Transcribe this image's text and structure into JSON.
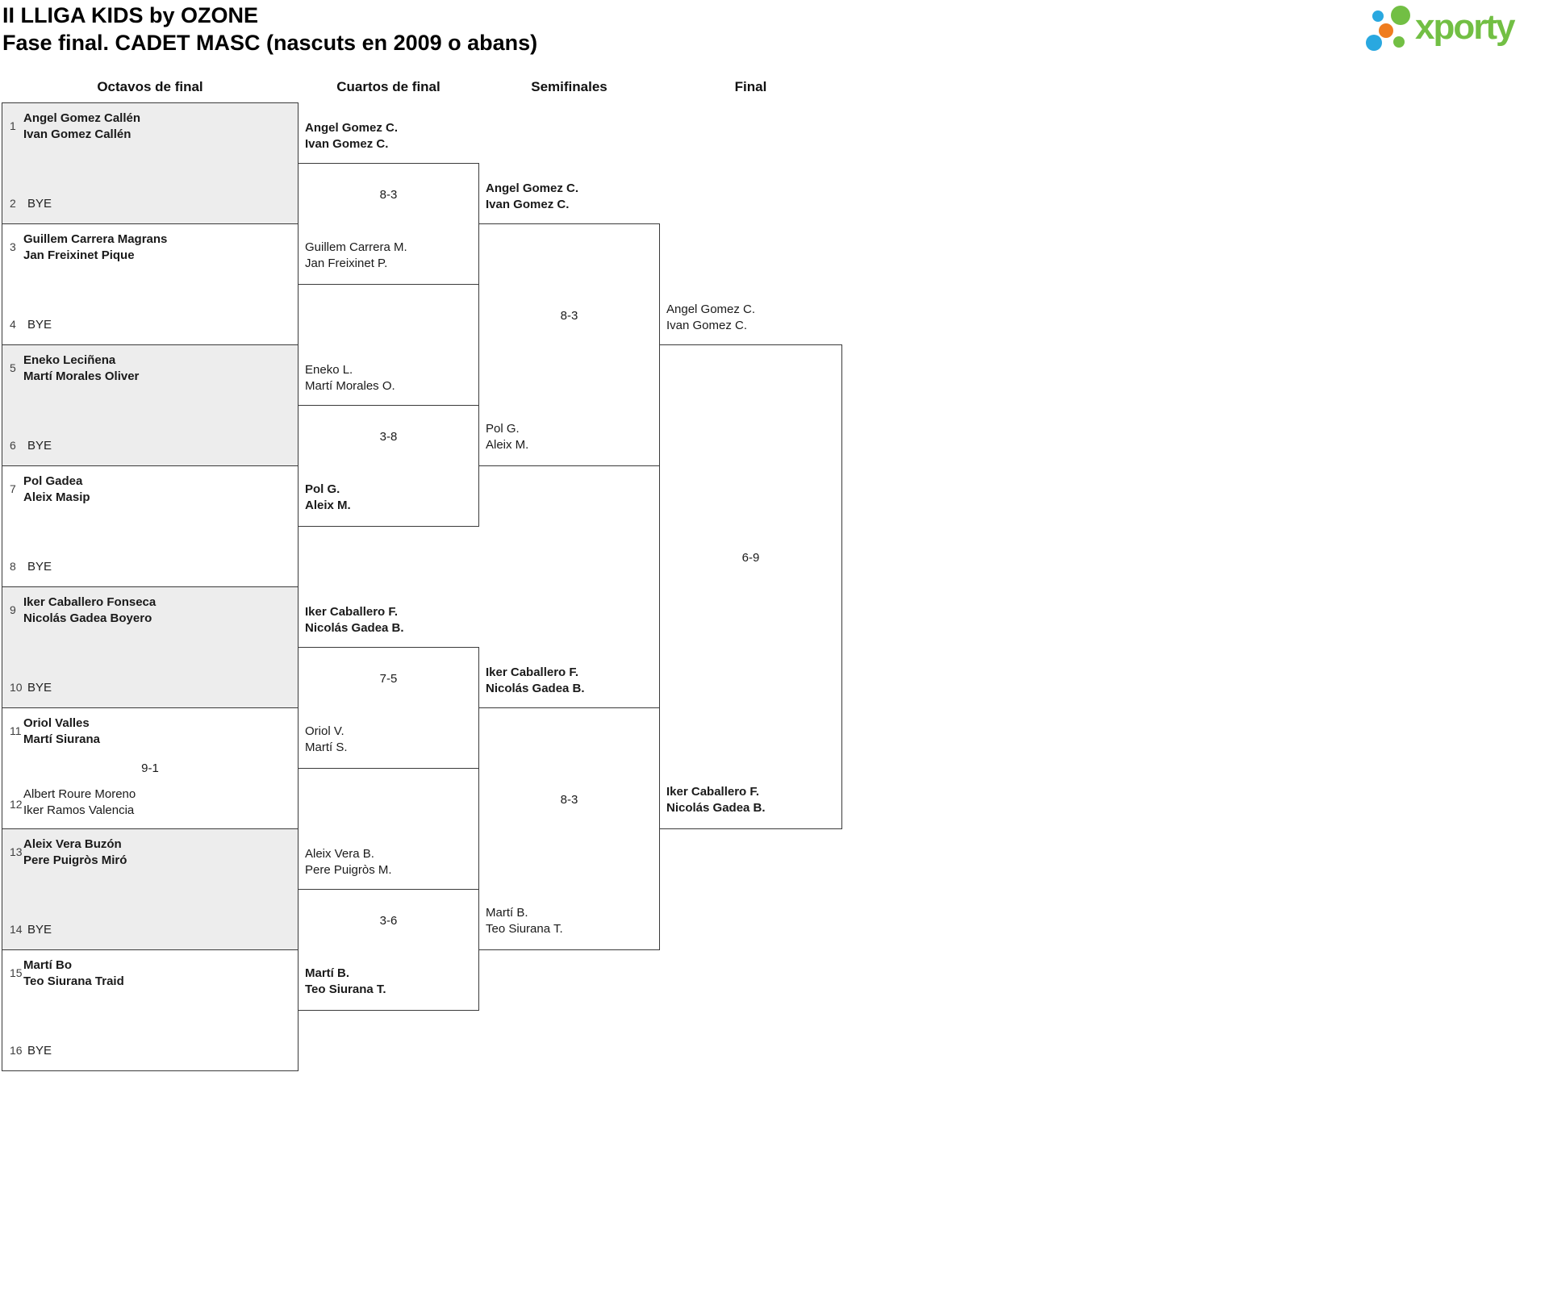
{
  "page": {
    "title": "II LLIGA KIDS by OZONE",
    "subtitle": "Fase final. CADET MASC (nascuts en 2009 o abans)"
  },
  "round_headers": [
    "Octavos de final",
    "Cuartos de final",
    "Semifinales",
    "Final"
  ],
  "logo": {
    "text": "xporty",
    "green": "#72bf44",
    "blue": "#29a8e0",
    "orange": "#ef7d1f"
  },
  "colors": {
    "box_border": "#3a3a3a",
    "shaded_fill": "#ededed",
    "text": "#1a1a1a"
  },
  "bracket": {
    "octavos": [
      {
        "seed1": "1",
        "team1": [
          "Angel Gomez Callén",
          "Ivan Gomez Callén"
        ],
        "seed2": "2",
        "team2": [
          "BYE"
        ]
      },
      {
        "seed1": "3",
        "team1": [
          "Guillem Carrera Magrans",
          "Jan Freixinet Pique"
        ],
        "seed2": "4",
        "team2": [
          "BYE"
        ]
      },
      {
        "seed1": "5",
        "team1": [
          "Eneko Leciñena",
          "Martí Morales Oliver"
        ],
        "seed2": "6",
        "team2": [
          "BYE"
        ]
      },
      {
        "seed1": "7",
        "team1": [
          "Pol Gadea",
          "Aleix Masip"
        ],
        "seed2": "8",
        "team2": [
          "BYE"
        ]
      },
      {
        "seed1": "9",
        "team1": [
          "Iker Caballero Fonseca",
          "Nicolás Gadea Boyero"
        ],
        "seed2": "10",
        "team2": [
          "BYE"
        ]
      },
      {
        "seed1": "11",
        "team1": [
          "Oriol Valles",
          "Martí Siurana"
        ],
        "score": "9-1",
        "seed2": "12",
        "team2": [
          "Albert Roure Moreno",
          "Iker Ramos Valencia"
        ]
      },
      {
        "seed1": "13",
        "team1": [
          "Aleix Vera Buzón",
          "Pere Puigròs Miró"
        ],
        "seed2": "14",
        "team2": [
          "BYE"
        ]
      },
      {
        "seed1": "15",
        "team1": [
          "Martí Bo",
          "Teo Siurana Traid"
        ],
        "seed2": "16",
        "team2": [
          "BYE"
        ]
      }
    ],
    "cuartos": [
      {
        "team1": [
          "Angel Gomez C.",
          "Ivan Gomez C."
        ],
        "score": "8-3",
        "team2": [
          "Guillem Carrera M.",
          "Jan Freixinet P."
        ]
      },
      {
        "team1": [
          "Eneko L.",
          "Martí Morales O."
        ],
        "score": "3-8",
        "team2": [
          "Pol G.",
          "Aleix M."
        ]
      },
      {
        "team1": [
          "Iker Caballero F.",
          "Nicolás Gadea B."
        ],
        "score": "7-5",
        "team2": [
          "Oriol V.",
          "Martí S."
        ]
      },
      {
        "team1": [
          "Aleix Vera B.",
          "Pere Puigròs M."
        ],
        "score": "3-6",
        "team2": [
          "Martí B.",
          "Teo Siurana T."
        ]
      }
    ],
    "semifinales": [
      {
        "team1": [
          "Angel Gomez C.",
          "Ivan Gomez C."
        ],
        "score": "8-3",
        "team2": [
          "Pol G.",
          "Aleix M."
        ]
      },
      {
        "team1": [
          "Iker Caballero F.",
          "Nicolás Gadea B."
        ],
        "score": "8-3",
        "team2": [
          "Martí B.",
          "Teo Siurana T."
        ]
      }
    ],
    "final": {
      "team1": [
        "Angel Gomez C.",
        "Ivan Gomez C."
      ],
      "score": "6-9",
      "team2": [
        "Iker Caballero F.",
        "Nicolás Gadea B."
      ]
    }
  }
}
